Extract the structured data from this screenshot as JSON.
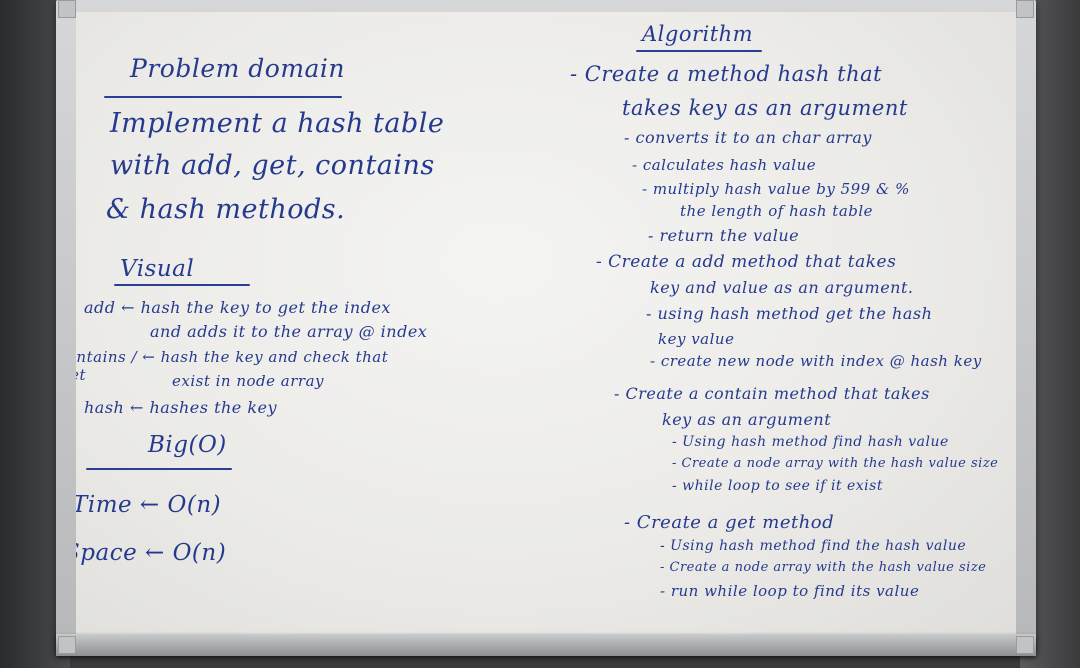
{
  "left": {
    "problem_domain_heading": "Problem domain",
    "problem_lines": [
      "Implement a hash table",
      "with add, get, contains",
      "& hash methods."
    ],
    "visual_heading": "Visual",
    "visual_lines": [
      "add ← hash the key to get the index",
      "and adds it to the array @ index",
      "contains / ← hash the key and check that",
      "get",
      "exist in node array",
      "hash ← hashes the key"
    ],
    "big_o_heading": "Big(O)",
    "big_o_lines": [
      "Time ← O(n)",
      "Space ← O(n)"
    ]
  },
  "right": {
    "algorithm_heading": "Algorithm",
    "lines": [
      "- Create a method hash that",
      "takes key as an argument",
      "- converts it to an char array",
      "- calculates hash value",
      "- multiply hash value by 599 & %",
      "the length of hash table",
      "- return the value",
      "- Create a add method that takes",
      "key and value as an argument.",
      "- using hash method get the hash",
      "key value",
      "- create new node with index @ hash key",
      "- Create a contain method that takes",
      "key as an argument",
      "- Using hash method find hash value",
      "- Create a node array with the hash value size",
      "- while loop to see if it exist",
      "- Create a get method",
      "- Using hash method find the hash value",
      "- Create a node array with the hash value size",
      "- run while loop to find its value"
    ]
  },
  "colors": {
    "ink": "#253a8e",
    "board": "#ecebe8",
    "frame": "#c4c5c7"
  }
}
